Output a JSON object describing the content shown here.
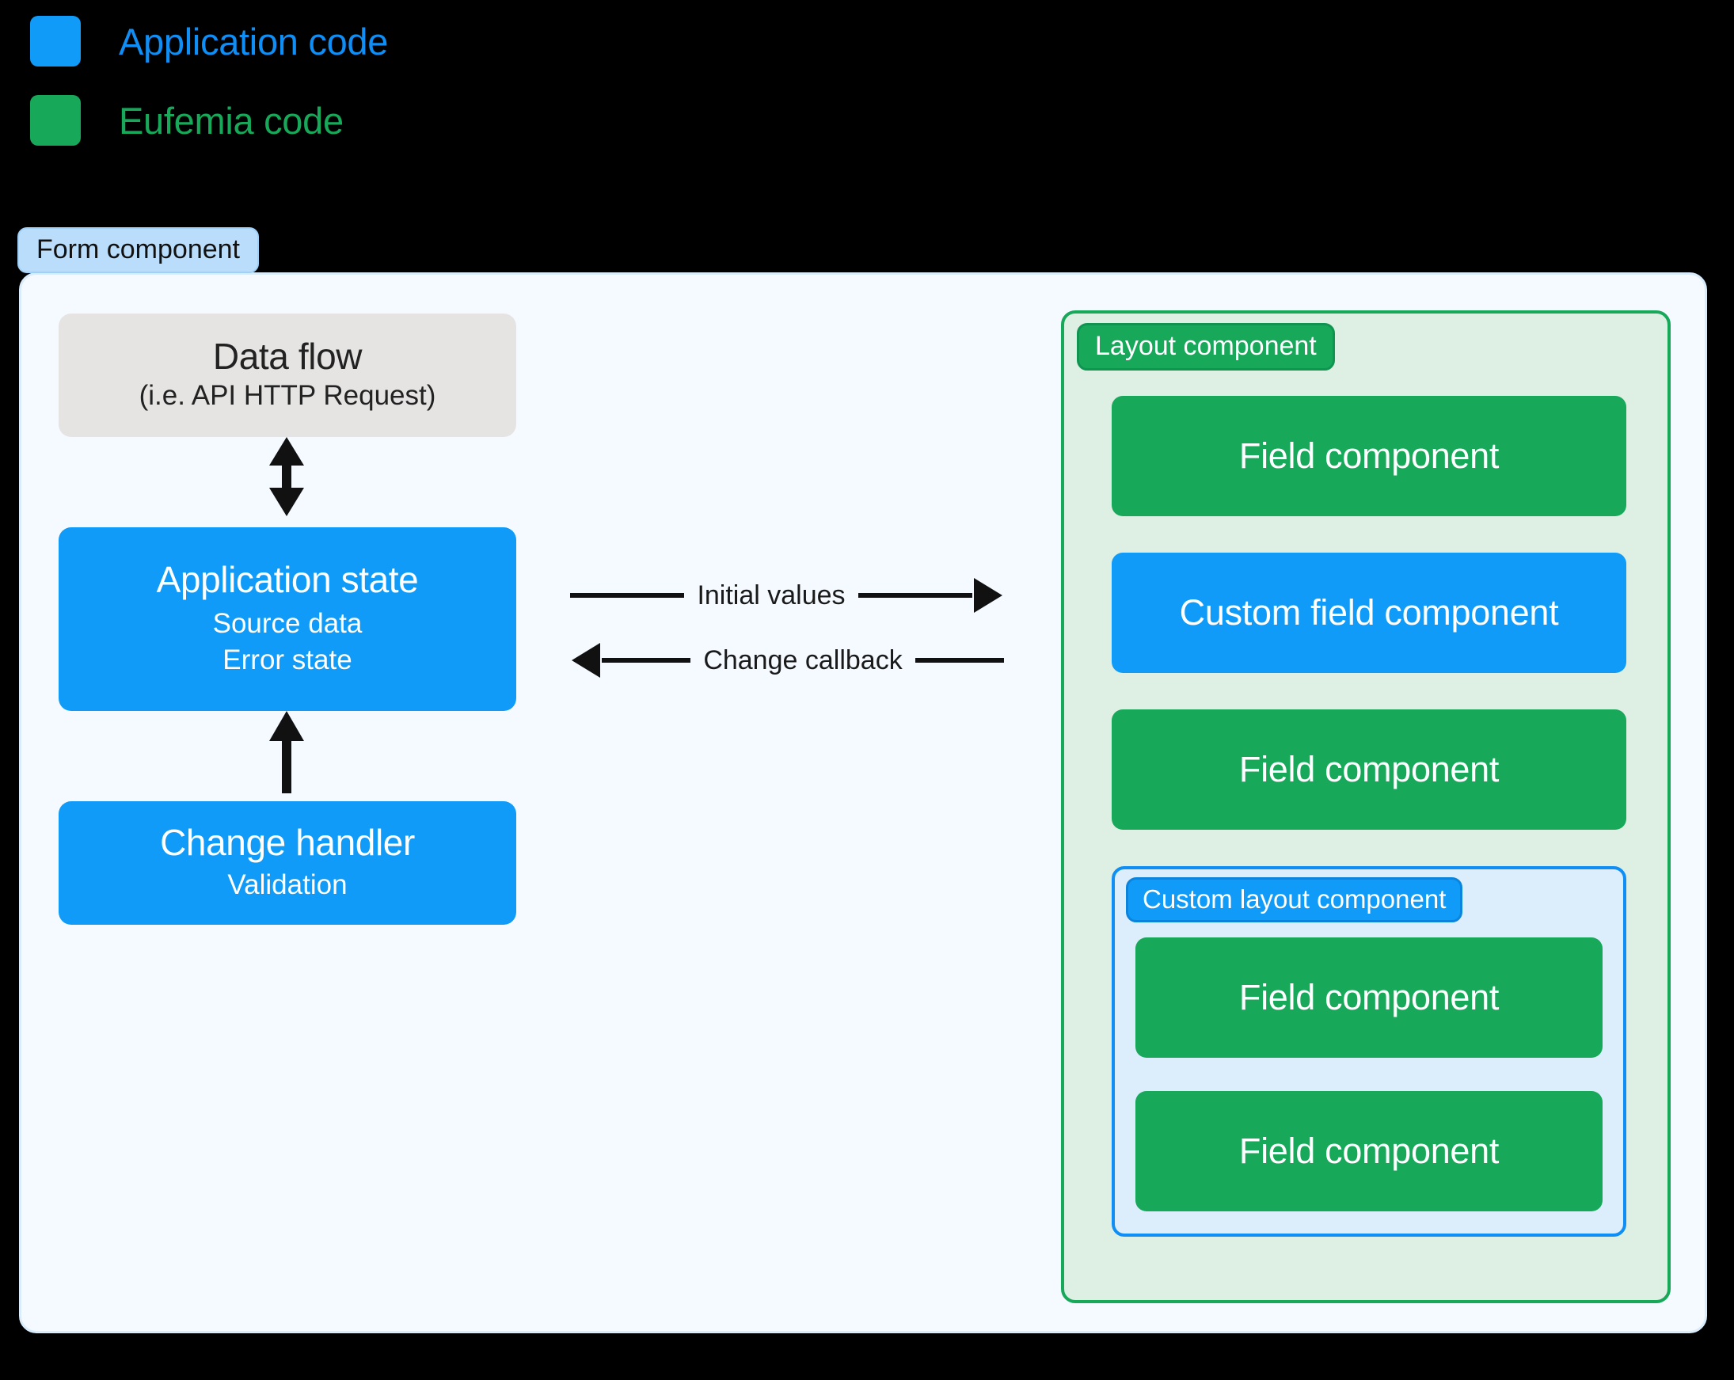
{
  "legend": {
    "items": [
      {
        "label": "Application code",
        "color": "#0f9bf7"
      },
      {
        "label": "Eufemia code",
        "color": "#17a85a"
      }
    ]
  },
  "form": {
    "tag": "Form component",
    "left_column": {
      "data_flow": {
        "title": "Data flow",
        "subtitle": "(i.e. API HTTP Request)",
        "color": "#e6e4e3"
      },
      "application_state": {
        "title": "Application state",
        "sub1": "Source data",
        "sub2": "Error state",
        "color": "#0f9bf7"
      },
      "change_handler": {
        "title": "Change handler",
        "sub1": "Validation",
        "color": "#0f9bf7"
      }
    },
    "connectors": {
      "initial_values": "Initial values",
      "change_callback": "Change callback"
    },
    "layout_component": {
      "tag": "Layout component",
      "color": "#17a85a",
      "children": [
        {
          "label": "Field component",
          "kind": "green"
        },
        {
          "label": "Custom field component",
          "kind": "blue"
        },
        {
          "label": "Field component",
          "kind": "green"
        }
      ],
      "custom_layout_component": {
        "tag": "Custom layout component",
        "color": "#0f9bf7",
        "children": [
          {
            "label": "Field component",
            "kind": "green"
          },
          {
            "label": "Field component",
            "kind": "green"
          }
        ]
      }
    }
  }
}
